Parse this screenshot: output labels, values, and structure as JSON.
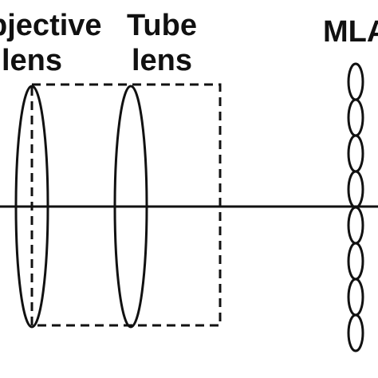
{
  "labels": {
    "objective_line1": "Objective",
    "objective_line2": "lens",
    "tube_line1": "Tube",
    "tube_line2": "lens",
    "mla": "MLA"
  },
  "colors": {
    "stroke": "#111111",
    "text": "#111111",
    "background": "#ffffff"
  },
  "mla": {
    "lenslet_count": 8
  }
}
